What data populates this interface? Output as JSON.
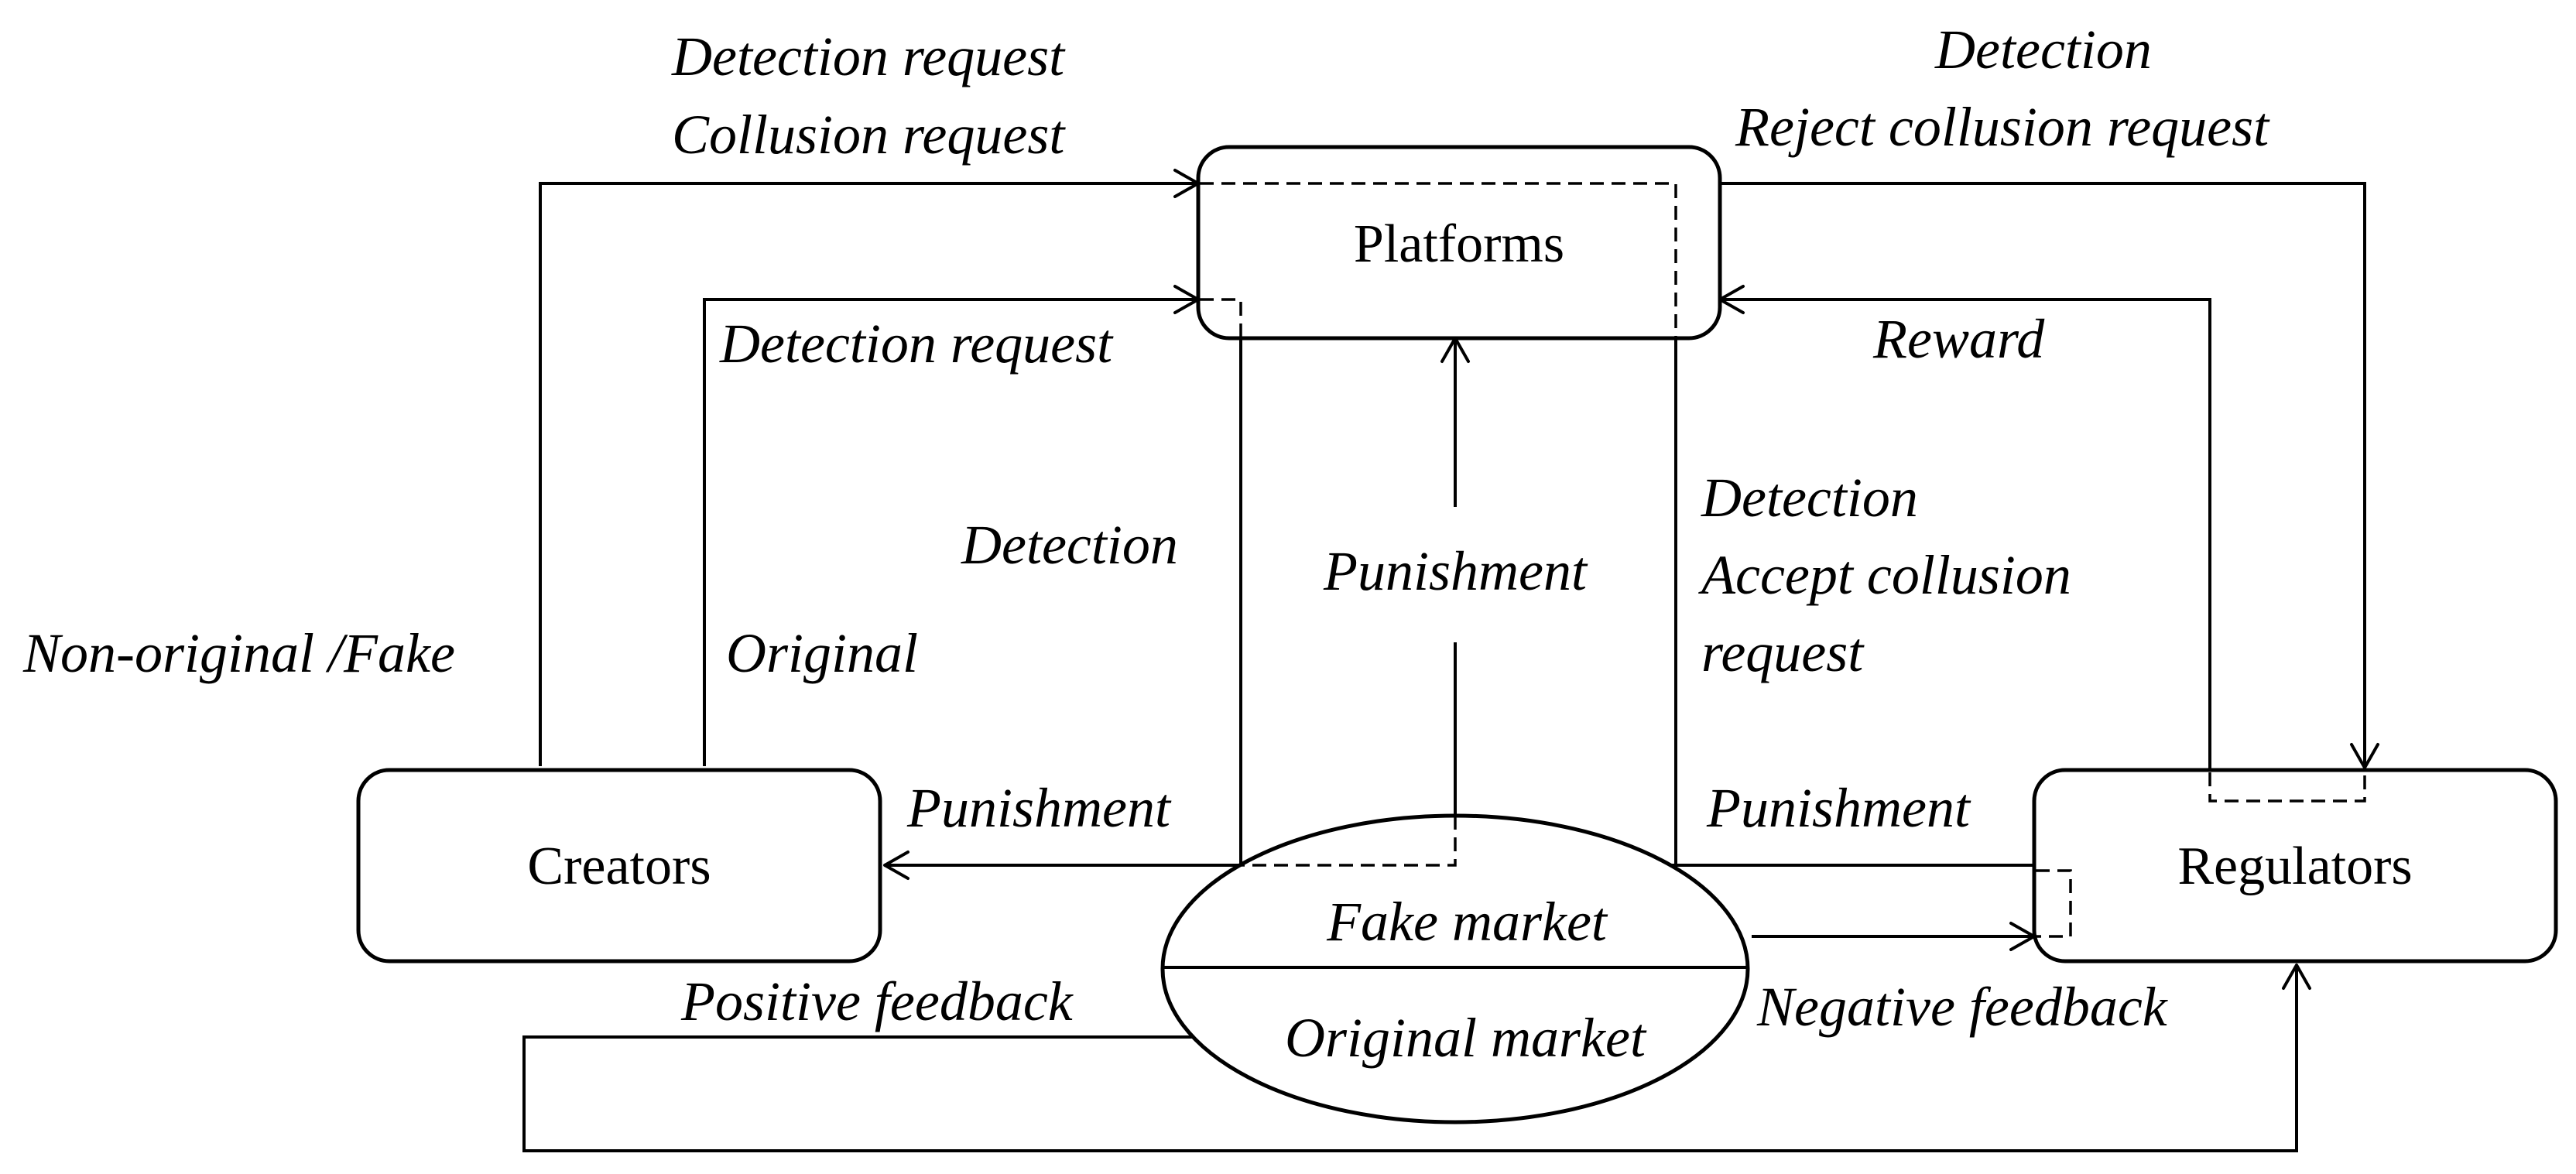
{
  "nodes": {
    "platforms": "Platforms",
    "creators": "Creators",
    "regulators": "Regulators",
    "fake_market": "Fake market",
    "original_market": "Original market"
  },
  "labels": {
    "detection_request_1": "Detection request",
    "collusion_request": "Collusion request",
    "detection_top_right": "Detection",
    "reject_collusion_request": "Reject collusion request",
    "detection_request_2": "Detection request",
    "reward": "Reward",
    "detection_left": "Detection",
    "punishment_center": "Punishment",
    "detection_right": "Detection",
    "accept_collusion_1": "Accept collusion",
    "accept_collusion_2": "request",
    "non_original_fake": "Non-original /Fake",
    "original": "Original",
    "punishment_left": "Punishment",
    "punishment_right": "Punishment",
    "positive_feedback": "Positive feedback",
    "negative_feedback": "Negative feedback"
  }
}
